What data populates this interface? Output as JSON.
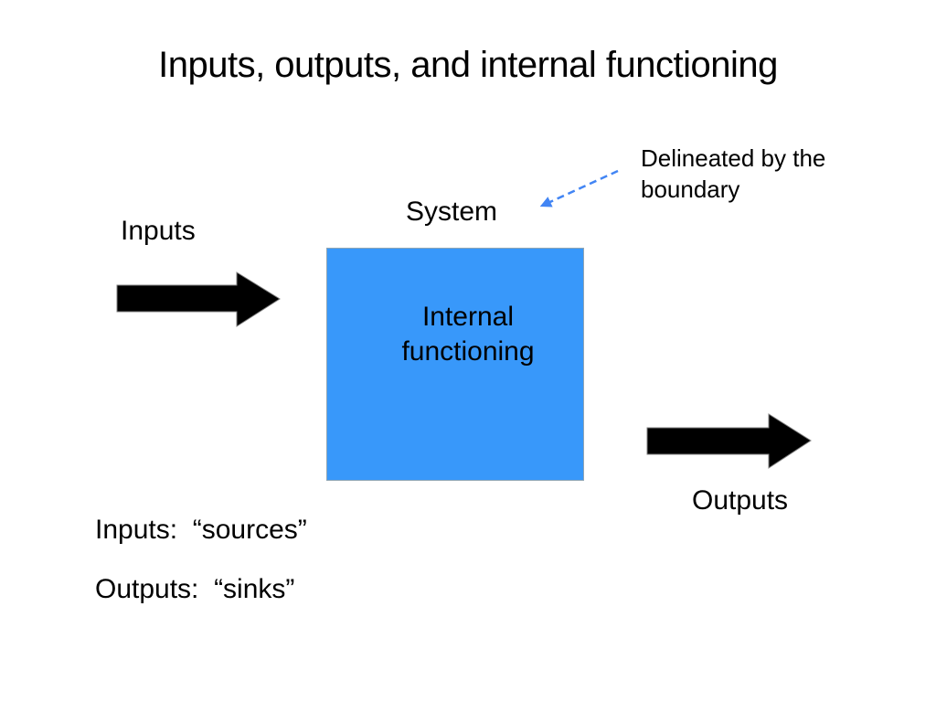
{
  "slide": {
    "title": "Inputs, outputs, and internal functioning",
    "boundary_note": "Delineated by the\nboundary",
    "system_label": "System",
    "inputs_label": "Inputs",
    "box_label": "Internal\nfunctioning",
    "outputs_label": "Outputs",
    "definition_inputs": "Inputs:  “sources”",
    "definition_outputs": "Outputs:  “sinks”",
    "icons": {
      "input_arrow": "right-arrow",
      "output_arrow": "right-arrow",
      "boundary_arrow": "dashed-arrow-down-left"
    },
    "colors": {
      "background": "#FFFFFF",
      "text": "#000000",
      "box_fill": "#3898FA",
      "box_border": "#8FA5B5",
      "arrow_fill": "#000000",
      "arrow_outline": "#7F7F7F",
      "dashed_arrow": "#4285F4"
    }
  }
}
